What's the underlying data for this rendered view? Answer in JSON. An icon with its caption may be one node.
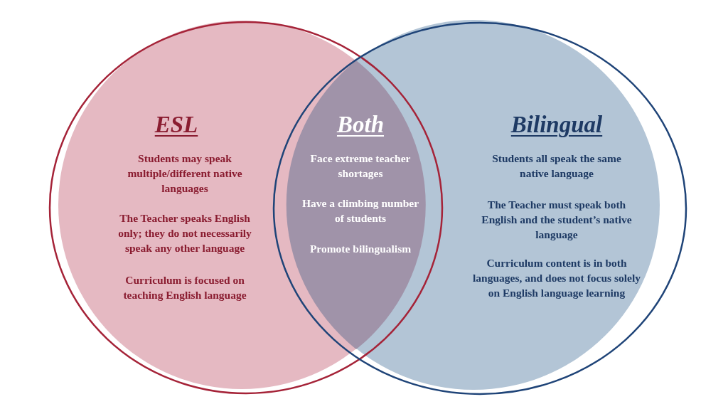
{
  "diagram": {
    "nodes": [
      {
        "text": [
          "ESL",
          "Students may speak multiple/different native languages",
          "The Teacher speaks English only; they do not necessarily speak any other language",
          "Curriculum is focused on teaching English language"
        ]
      },
      {
        "text": [
          "Both",
          "Face extreme teacher shortages",
          "Have a climbing number of students",
          "Promote bilingualism"
        ]
      },
      {
        "text": [
          "Bilingual",
          "Students all speak the same native language",
          "The Teacher must speak both English and the student’s native language",
          "Curriculum content is in both languages, and does not focus solely on English language learning"
        ]
      }
    ]
  }
}
